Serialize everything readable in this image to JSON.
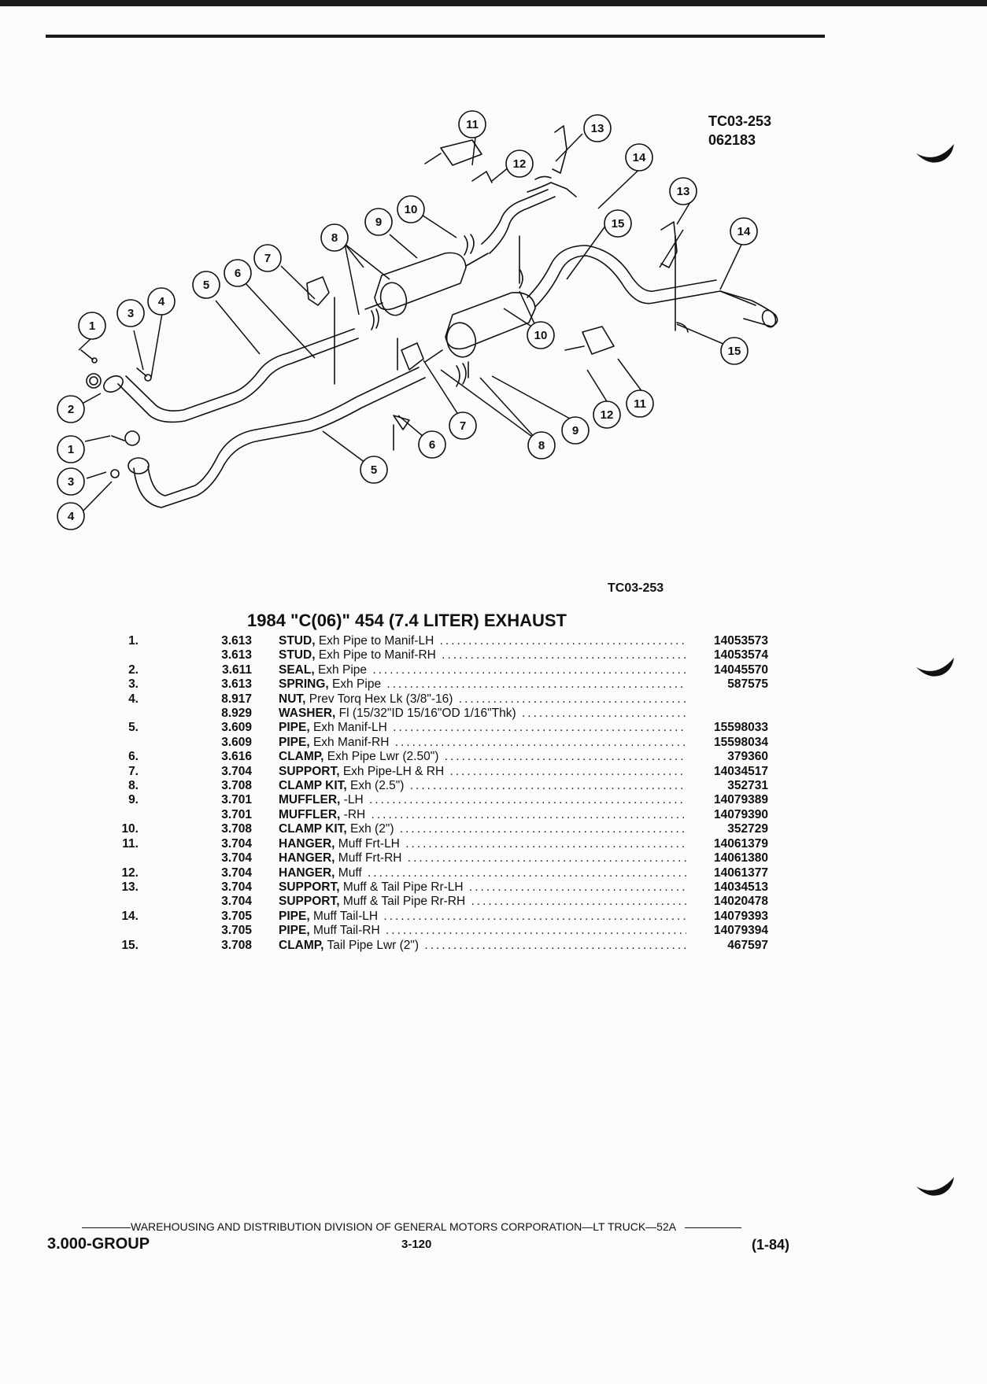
{
  "diagram": {
    "code_top": "TC03-253",
    "date_code": "062183",
    "code_caption": "TC03-253",
    "callouts": [
      "1",
      "2",
      "3",
      "4",
      "5",
      "6",
      "7",
      "8",
      "9",
      "10",
      "11",
      "12",
      "13",
      "14",
      "15"
    ]
  },
  "table": {
    "title": "1984 \"C(06)\" 454 (7.4 LITER) EXHAUST",
    "rows": [
      {
        "idx": "1.",
        "grp": "3.613",
        "name": "STUD,",
        "desc": "Exh Pipe to Manif-LH",
        "pn": "14053573"
      },
      {
        "idx": "",
        "grp": "3.613",
        "name": "STUD,",
        "desc": "Exh Pipe to Manif-RH",
        "pn": "14053574"
      },
      {
        "idx": "2.",
        "grp": "3.611",
        "name": "SEAL,",
        "desc": "Exh Pipe",
        "pn": "14045570"
      },
      {
        "idx": "3.",
        "grp": "3.613",
        "name": "SPRING,",
        "desc": "Exh Pipe",
        "pn": "587575"
      },
      {
        "idx": "4.",
        "grp": "8.917",
        "name": "NUT,",
        "desc": "Prev Torq Hex Lk (3/8\"-16)",
        "pn": ""
      },
      {
        "idx": "",
        "grp": "8.929",
        "name": "WASHER,",
        "desc": "Fl (15/32\"ID 15/16\"OD 1/16\"Thk)",
        "pn": ""
      },
      {
        "idx": "5.",
        "grp": "3.609",
        "name": "PIPE,",
        "desc": "Exh Manif-LH",
        "pn": "15598033"
      },
      {
        "idx": "",
        "grp": "3.609",
        "name": "PIPE,",
        "desc": "Exh Manif-RH",
        "pn": "15598034"
      },
      {
        "idx": "6.",
        "grp": "3.616",
        "name": "CLAMP,",
        "desc": "Exh Pipe Lwr (2.50\")",
        "pn": "379360"
      },
      {
        "idx": "7.",
        "grp": "3.704",
        "name": "SUPPORT,",
        "desc": "Exh Pipe-LH & RH",
        "pn": "14034517"
      },
      {
        "idx": "8.",
        "grp": "3.708",
        "name": "CLAMP KIT,",
        "desc": "Exh (2.5\")",
        "pn": "352731"
      },
      {
        "idx": "9.",
        "grp": "3.701",
        "name": "MUFFLER,",
        "desc": "-LH",
        "pn": "14079389"
      },
      {
        "idx": "",
        "grp": "3.701",
        "name": "MUFFLER,",
        "desc": "-RH",
        "pn": "14079390"
      },
      {
        "idx": "10.",
        "grp": "3.708",
        "name": "CLAMP KIT,",
        "desc": "Exh (2\")",
        "pn": "352729"
      },
      {
        "idx": "11.",
        "grp": "3.704",
        "name": "HANGER,",
        "desc": "Muff Frt-LH",
        "pn": "14061379"
      },
      {
        "idx": "",
        "grp": "3.704",
        "name": "HANGER,",
        "desc": "Muff Frt-RH",
        "pn": "14061380"
      },
      {
        "idx": "12.",
        "grp": "3.704",
        "name": "HANGER,",
        "desc": "Muff",
        "pn": "14061377"
      },
      {
        "idx": "13.",
        "grp": "3.704",
        "name": "SUPPORT,",
        "desc": "Muff & Tail Pipe Rr-LH",
        "pn": "14034513"
      },
      {
        "idx": "",
        "grp": "3.704",
        "name": "SUPPORT,",
        "desc": "Muff & Tail Pipe Rr-RH",
        "pn": "14020478"
      },
      {
        "idx": "14.",
        "grp": "3.705",
        "name": "PIPE,",
        "desc": "Muff Tail-LH",
        "pn": "14079393"
      },
      {
        "idx": "",
        "grp": "3.705",
        "name": "PIPE,",
        "desc": "Muff Tail-RH",
        "pn": "14079394"
      },
      {
        "idx": "15.",
        "grp": "3.708",
        "name": "CLAMP,",
        "desc": "Tail Pipe Lwr (2\")",
        "pn": "467597"
      }
    ]
  },
  "footer": {
    "line": "WAREHOUSING AND DISTRIBUTION DIVISION OF GENERAL MOTORS CORPORATION—LT TRUCK—52A",
    "group": "3.000-GROUP",
    "page": "3-120",
    "date": "(1-84)"
  }
}
